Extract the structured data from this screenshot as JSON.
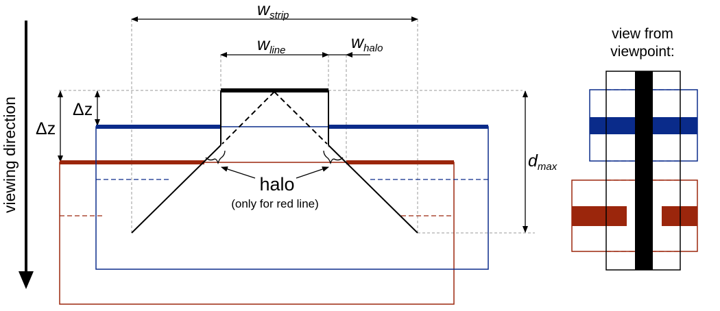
{
  "labels": {
    "viewing_direction": "viewing direction",
    "w_strip": {
      "base": "w",
      "sub": "strip"
    },
    "w_line": {
      "base": "w",
      "sub": "line"
    },
    "w_halo": {
      "base": "w",
      "sub": "halo"
    },
    "delta_z": "Δz",
    "d_max": {
      "base": "d",
      "sub": "max"
    },
    "halo": "halo",
    "halo_note": "(only for red line)",
    "view_title_line1": "view from",
    "view_title_line2": "viewpoint:"
  },
  "colors": {
    "black": "#000000",
    "blue": "#0a2b8a",
    "red": "#9b260c",
    "guide": "#9a9a9a"
  }
}
